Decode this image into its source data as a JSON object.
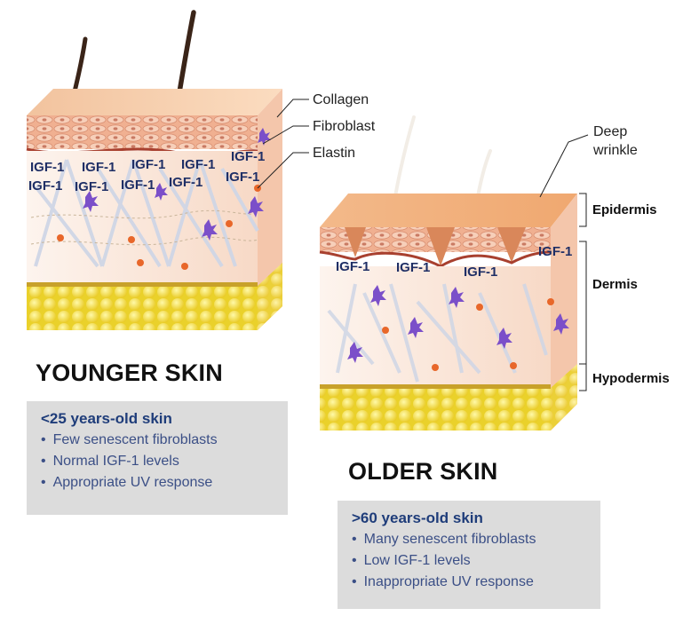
{
  "labels": {
    "collagen": "Collagen",
    "fibroblast": "Fibroblast",
    "elastin": "Elastin",
    "deep_wrinkle_line1": "Deep",
    "deep_wrinkle_line2": "wrinkle",
    "epidermis": "Epidermis",
    "dermis": "Dermis",
    "hypodermis": "Hypodermis"
  },
  "igf_label": "IGF-1",
  "younger": {
    "title": "YOUNGER SKIN",
    "box_heading": "<25 years-old skin",
    "bullets": [
      "Few senescent fibroblasts",
      "Normal IGF-1 levels",
      "Appropriate UV response"
    ]
  },
  "older": {
    "title": "OLDER SKIN",
    "box_heading": ">60 years-old skin",
    "bullets": [
      "Many senescent fibroblasts",
      "Low IGF-1 levels",
      "Inappropriate UV response"
    ]
  },
  "colors": {
    "skin_top": "#f6c9a2",
    "epidermis": "#f0b48f",
    "dermis": "#fbeee6",
    "fat": "#f5e03a",
    "fibroblast": "#7b4fc9",
    "elastin": "#e8672a",
    "igf_text": "#1f2f66"
  }
}
